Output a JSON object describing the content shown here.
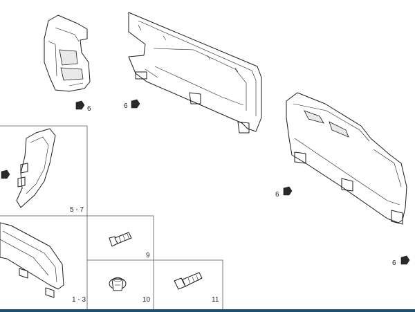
{
  "callouts": {
    "c6_a": "6",
    "c6_b": "6",
    "c6_c": "6",
    "c6_d": "6",
    "c5_7": "5 - 7",
    "c9": "9",
    "c1_3": "1 - 3",
    "c10": "10",
    "c11": "11"
  },
  "colors": {
    "line": "#1a1a1a",
    "box": "#555555",
    "bottom_bar": "#1d4f6e"
  }
}
